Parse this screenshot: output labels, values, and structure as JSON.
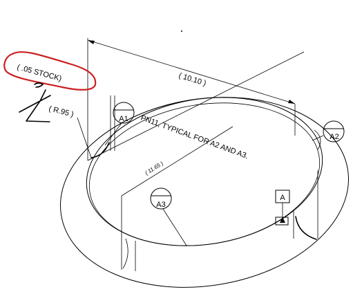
{
  "annotations": {
    "stock_note": "( .05 STOCK)",
    "overall_dim": "( 10.10 )",
    "radius_dim": "( R.95 )",
    "inner_dim": "( 11.65 )",
    "note": "PN11, TYPICAL FOR A2 AND A3."
  },
  "balloons": {
    "a1": "A1",
    "a2": "A2",
    "a3": "A3"
  },
  "datum": {
    "label": "A"
  },
  "colors": {
    "line": "#000000",
    "markup": "#cc1f1f",
    "background": "#ffffff"
  }
}
